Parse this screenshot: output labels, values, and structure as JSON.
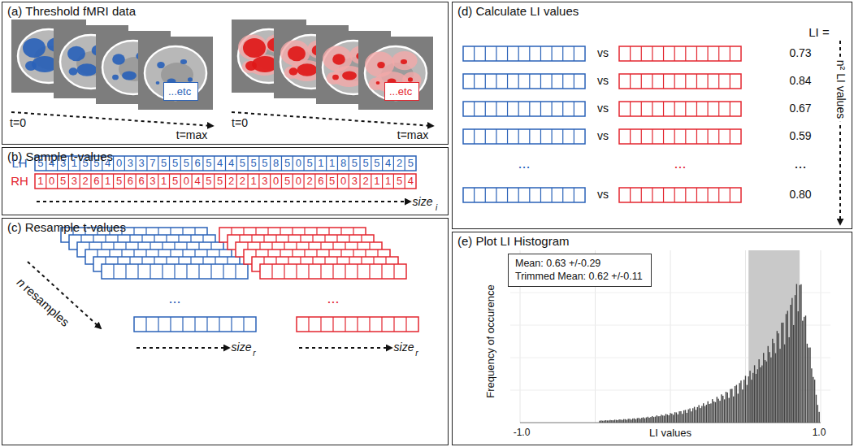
{
  "diagram": {
    "nodes": [
      {
        "text": [
          "(a) Threshold fMRI data"
        ]
      },
      {
        "text": [
          "...etc"
        ],
        "in": 0
      },
      {
        "text": [
          "...etc"
        ],
        "in": 0
      },
      {
        "text": [
          "(b) Sample t-values"
        ]
      },
      {
        "text": [
          "(c) Resample t-values"
        ]
      },
      {
        "text": [
          "(d) Calculate LI values"
        ]
      },
      {
        "text": [
          "(e) Plot LI Histogram"
        ]
      },
      {
        "text": [
          "Mean: 0.63 +/-0.29",
          "Trimmed Mean: 0.62 +/-0.11"
        ],
        "in": 6
      }
    ],
    "labels": [
      "5",
      "4",
      "3",
      "1",
      "5",
      "5",
      "4",
      "0",
      "3",
      "3",
      "7",
      "5",
      "5",
      "5",
      "6",
      "5",
      "4",
      "4",
      "5",
      "5",
      "5",
      "8",
      "5",
      "0",
      "5",
      "1",
      "1",
      "8",
      "5",
      "5",
      "5",
      "4",
      "2",
      "5",
      "1",
      "0",
      "5",
      "3",
      "2",
      "6",
      "1",
      "5",
      "6",
      "6",
      "3",
      "1",
      "5",
      "0",
      "4",
      "5",
      "5",
      "2",
      "2",
      "1",
      "3",
      "0",
      "5",
      "0",
      "2",
      "6",
      "5",
      "0",
      "3",
      "2",
      "1",
      "1",
      "5",
      "4",
      "t=0",
      "t=max",
      "t=0",
      "t=max",
      "LH",
      "RH",
      "size",
      "i",
      "n",
      "resamples",
      "...",
      "...",
      "size",
      "r",
      "size",
      "r",
      "LI =",
      "vs",
      "0.73",
      "vs",
      "0.84",
      "vs",
      "0.67",
      "vs",
      "0.59",
      "...",
      "...",
      "...",
      "vs",
      "0.80",
      "n² LI values",
      "Frequency of occurence",
      "LI values",
      "-1.0",
      "1.0"
    ]
  }
}
